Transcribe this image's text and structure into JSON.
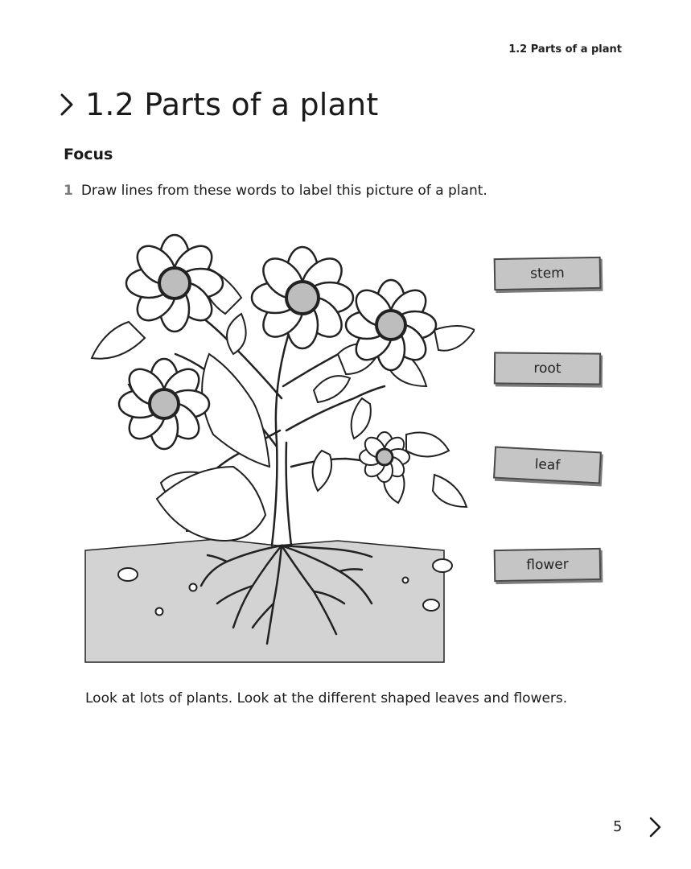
{
  "running_head": "1.2  Parts of a plant",
  "title": "1.2  Parts of a plant",
  "section": "Focus",
  "question": {
    "number": "1",
    "text": "Draw lines from these words to label this picture of a plant."
  },
  "labels": [
    "stem",
    "root",
    "leaf",
    "flower"
  ],
  "footer": "Look at lots of plants. Look at the different shaped leaves and flowers.",
  "page_number": "5",
  "icons": {
    "title_marker": "chevron-right-icon",
    "page_nav": "chevron-right-icon"
  },
  "colors": {
    "soil": "#d3d3d3",
    "label_fill": "#c5c5c5",
    "label_border": "#4a4a4a",
    "flower_center": "#bdbdbd"
  }
}
